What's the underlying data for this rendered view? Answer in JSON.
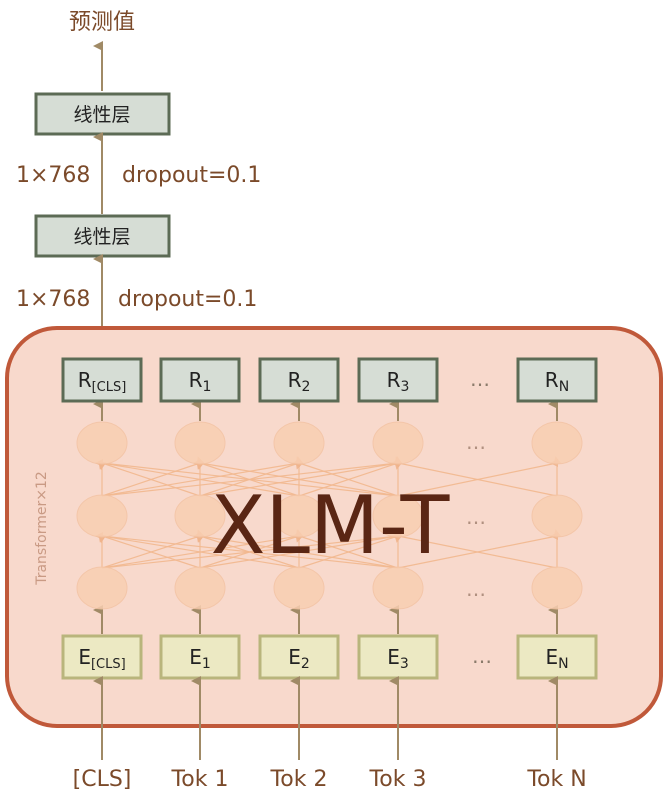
{
  "output_label": "预测值",
  "linear_layer_label": "线性层",
  "upper_annotation": {
    "dim": "1×768",
    "dropout": "dropout=0.1"
  },
  "lower_annotation": {
    "dim": "1×768",
    "dropout": "dropout=0.1"
  },
  "model_name": "XLM-T",
  "encoder_depth_label": "Transformer×12",
  "ellipsis": "…",
  "output_tokens": [
    {
      "base": "R",
      "sub": "[CLS]"
    },
    {
      "base": "R",
      "sub": "1"
    },
    {
      "base": "R",
      "sub": "2"
    },
    {
      "base": "R",
      "sub": "3"
    },
    {
      "base": "R",
      "sub": "N"
    }
  ],
  "embeddings": [
    {
      "base": "E",
      "sub": "[CLS]"
    },
    {
      "base": "E",
      "sub": "1"
    },
    {
      "base": "E",
      "sub": "2"
    },
    {
      "base": "E",
      "sub": "3"
    },
    {
      "base": "E",
      "sub": "N"
    }
  ],
  "input_tokens": [
    "[CLS]",
    "Tok 1",
    "Tok 2",
    "Tok 3",
    "Tok N"
  ],
  "colors": {
    "arrow": "#a08a66",
    "label_text": "#7b4a2a",
    "encoder_border": "#c0593a",
    "encoder_fill": "#f8d9cc",
    "output_box_fill": "#d6ddd5",
    "output_box_border": "#5c6b55",
    "embed_box_fill": "#ece9c3",
    "embed_box_border": "#b9b57c",
    "node_fill": "#f9cfb2",
    "model_name": "#5a2614"
  }
}
